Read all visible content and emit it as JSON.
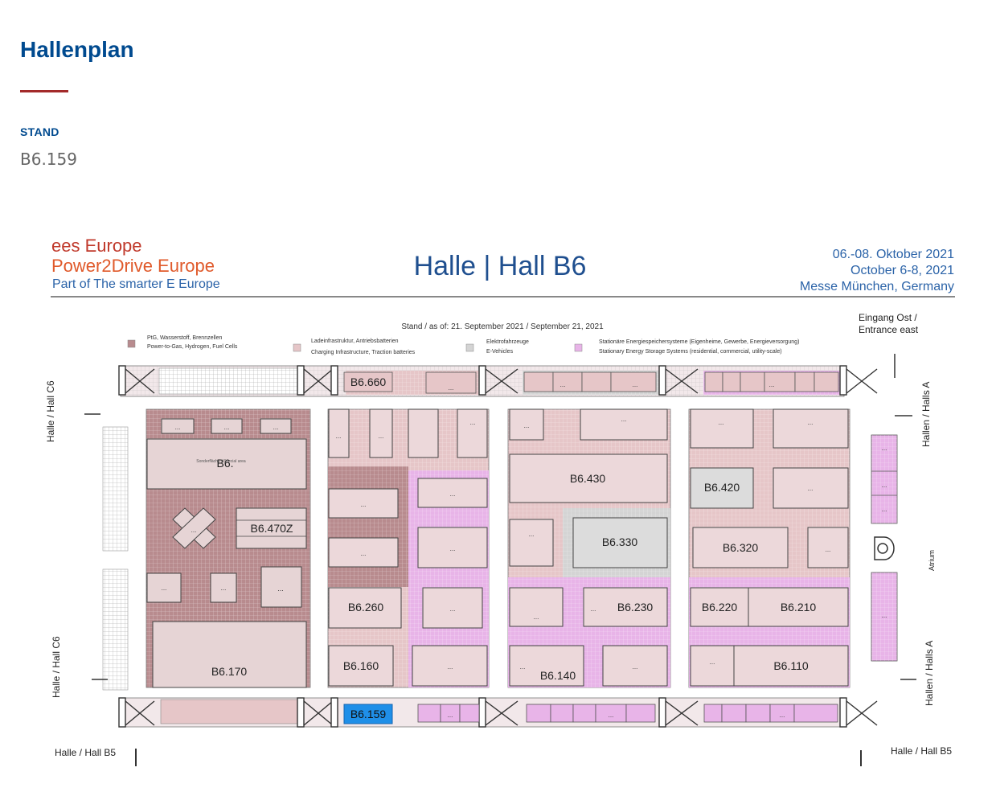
{
  "header": {
    "title": "Hallenplan"
  },
  "stand": {
    "label": "STAND",
    "value": "B6.159"
  },
  "map": {
    "brand": {
      "line1": "ees Europe",
      "line2": "Power2Drive Europe",
      "line3": "Part of The smarter E Europe"
    },
    "hall_title": "Halle | Hall B6",
    "dates": {
      "line1": "06.-08. Oktober 2021",
      "line2": "October 6-8, 2021",
      "line3": "Messe München, Germany"
    },
    "stand_date": "Stand / as of: 21. September 2021 / September 21, 2021",
    "entrance": {
      "line1": "Eingang Ost /",
      "line2": "Entrance east"
    },
    "legend": [
      {
        "de": "PtG, Wasserstoff, Brennzellen",
        "en": "Power-to-Gas, Hydrogen, Fuel Cells",
        "color": "#b88b8e"
      },
      {
        "de": "Ladeinfrastruktur, Antriebsbatterien",
        "en": "Charging Infrastructure, Traction batteries",
        "color": "#e6c6c8"
      },
      {
        "de": "Elektrofahrzeuge",
        "en": "E-Vehicles",
        "color": "#d4d4d4"
      },
      {
        "de": "Stationäre Energiespeichersysteme (Eigenheime, Gewerbe, Energieversorgung)",
        "en": "Stationary Energy Storage Systems (residential, commercial, utility-scale)",
        "color": "#e8b4e8"
      }
    ],
    "side_labels": {
      "hall_c6_top": "Halle / Hall C6",
      "hall_c6_bottom": "Halle / Hall C6",
      "halls_a_top": "Hallen / Halls A",
      "halls_a_bottom": "Hallen / Halls A",
      "atrium": "Atrium",
      "hall_b5_left": "Halle / Hall B5",
      "hall_b5_right": "Halle / Hall B5"
    },
    "booths": {
      "b6660": "B6.660",
      "b6_big": "B6.",
      "b6_big_sub": "Sonderfläche / Special area",
      "b6470z": "B6.470Z",
      "b6170": "B6.170",
      "b6260": "B6.260",
      "b6160": "B6.160",
      "b6159": "B6.159",
      "b6430": "B6.430",
      "b6330": "B6.330",
      "b6230": "B6.230",
      "b6140": "B6.140",
      "b6420": "B6.420",
      "b6320": "B6.320",
      "b6220": "B6.220",
      "b6210": "B6.210",
      "b6110": "B6.110"
    },
    "small_booth_label": "...",
    "colors": {
      "highlight": "#1f8fe8",
      "ptg": "#b88b8e",
      "charging": "#e6c6c8",
      "evehicles": "#d4d4d4",
      "storage": "#e8b4e8"
    }
  }
}
